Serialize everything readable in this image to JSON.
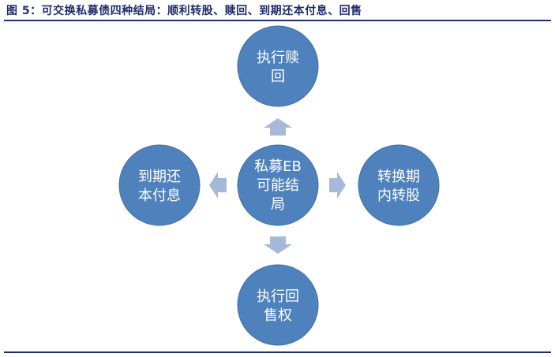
{
  "title": "图 5：可交换私募债四种结局：顺利转股、赎回、到期还本付息、回售",
  "nodes": {
    "center": {
      "lines": [
        "私募EB",
        "可能结",
        "局"
      ]
    },
    "top": {
      "lines": [
        "执行赎",
        "回"
      ]
    },
    "right": {
      "lines": [
        "转换期",
        "内转股"
      ]
    },
    "bottom": {
      "lines": [
        "执行回",
        "售权"
      ]
    },
    "left": {
      "lines": [
        "到期还",
        "本付息"
      ]
    }
  },
  "colors": {
    "node_fill": "#4f81bd",
    "arrow_fill": "#a7b9d8",
    "title_color": "#1f2d6b"
  }
}
